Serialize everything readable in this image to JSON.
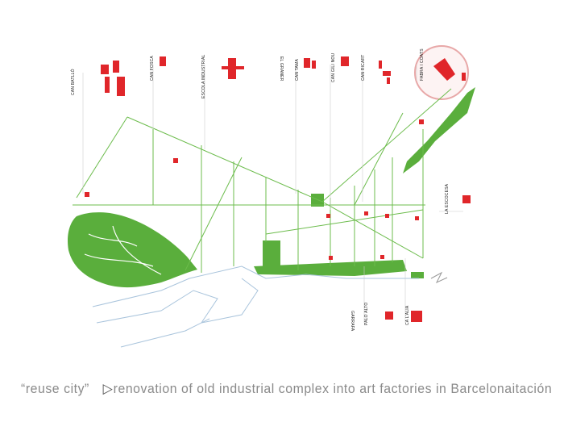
{
  "caption": {
    "project": "“reuse city”",
    "description": "renovation of old industrial complex into art factories in Barcelonaitación",
    "arrow_icon": "play-arrow-icon"
  },
  "factories": [
    {
      "name": "CAN BATLLÓ"
    },
    {
      "name": "CAN FOSCA"
    },
    {
      "name": "ESCOLA INDUSTRIAL"
    },
    {
      "name": "EL GRANER"
    },
    {
      "name": "CAN TAMA"
    },
    {
      "name": "CAN GILI NOU"
    },
    {
      "name": "CAN RICART"
    },
    {
      "name": "FABRA I COATS"
    },
    {
      "name": "LA ESCOCESA"
    },
    {
      "name": "PALO ALTO"
    },
    {
      "name": "CA L'ALIA"
    },
    {
      "name": "GARRAFA"
    }
  ],
  "colors": {
    "park": "#5aae3c",
    "factory": "#e0262a",
    "coast": "#a9c4dc",
    "highlight": "#e8a8a8"
  }
}
